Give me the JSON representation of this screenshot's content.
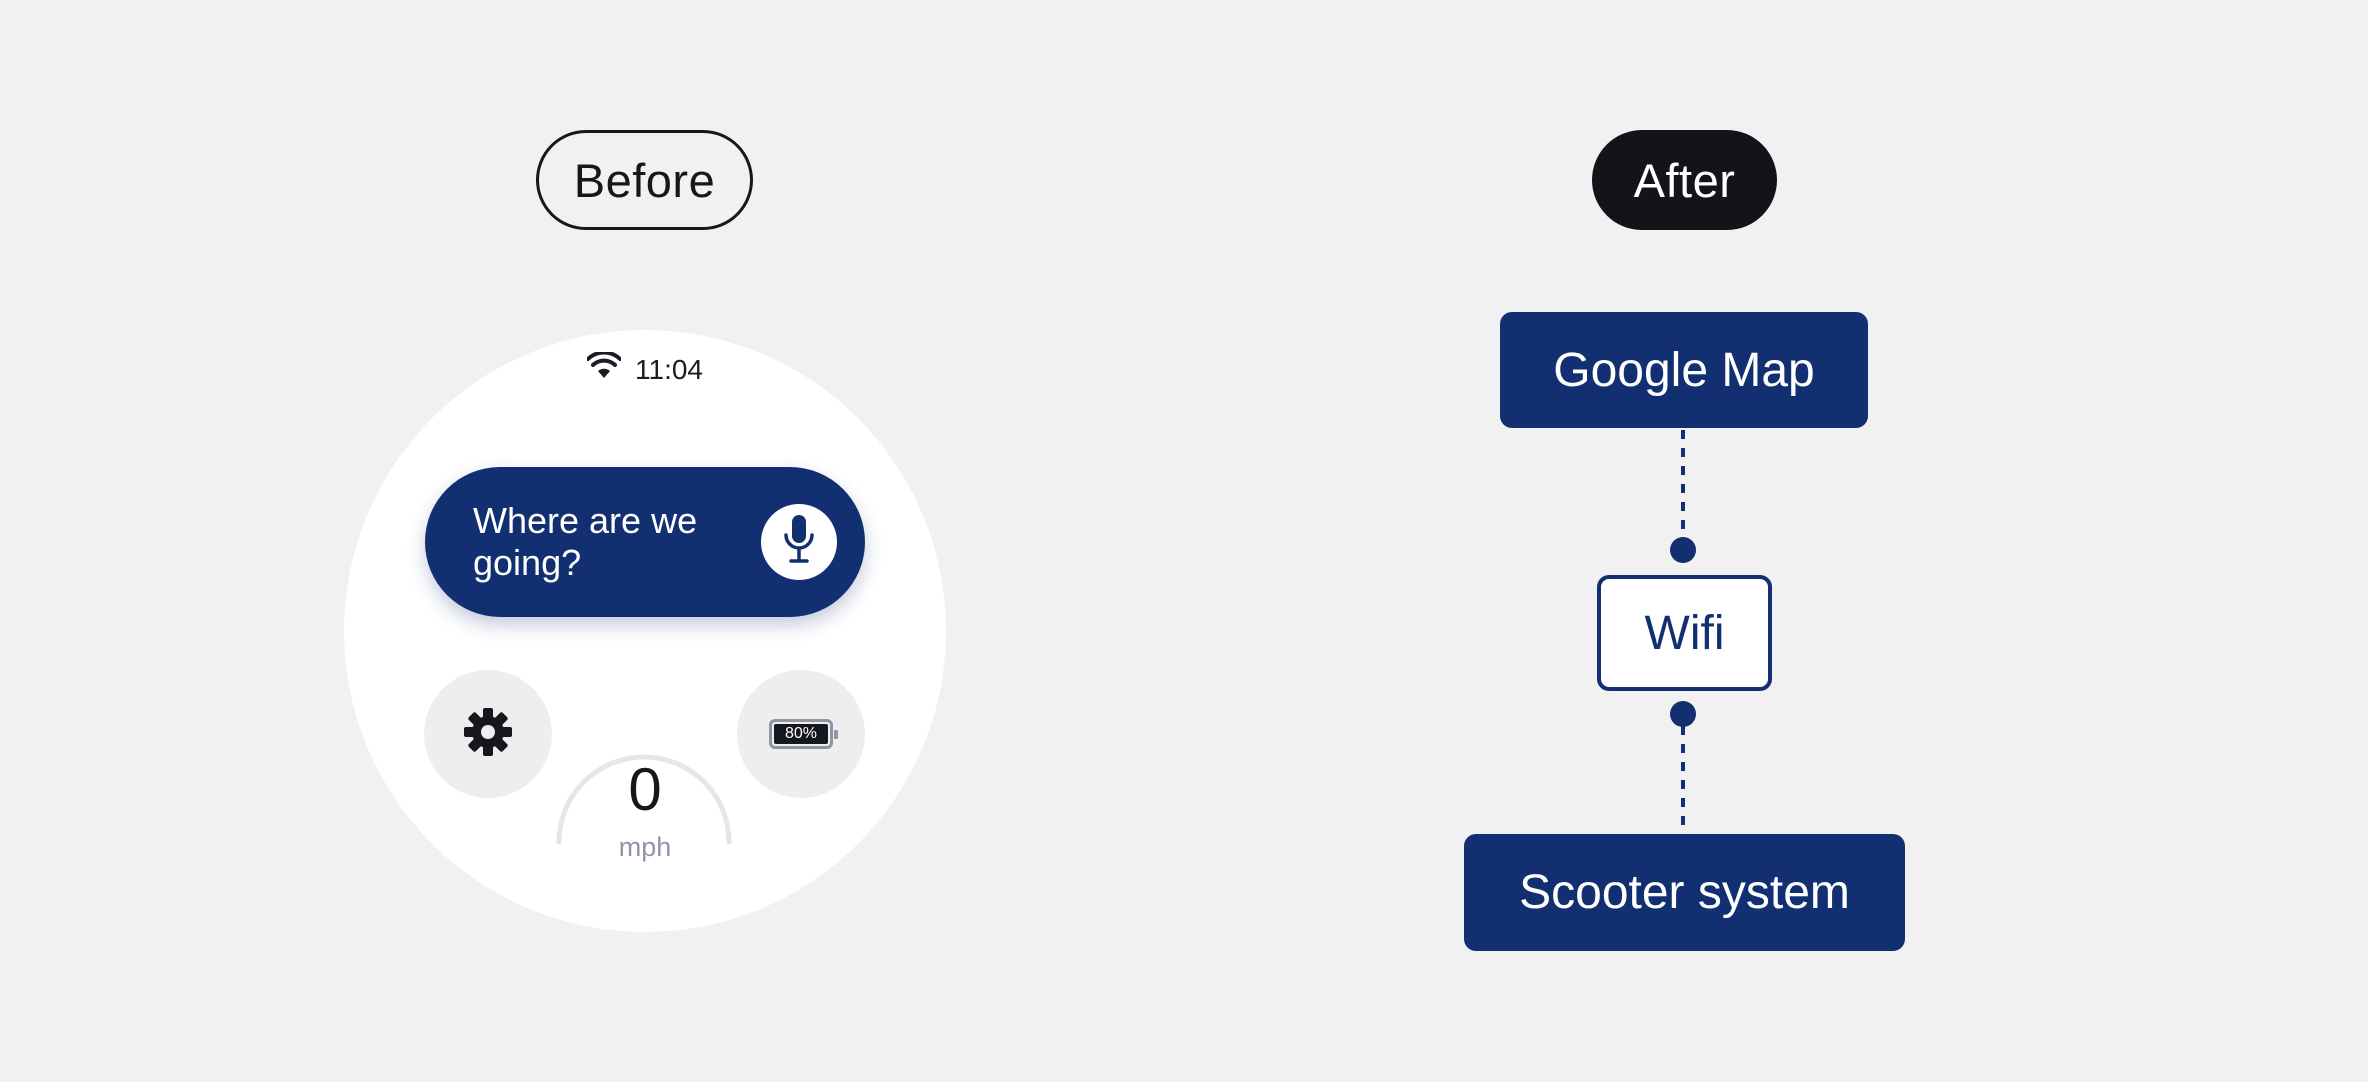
{
  "labels": {
    "before": "Before",
    "after": "After"
  },
  "watch": {
    "status_time": "11:04",
    "search_prompt": "Where are we going?",
    "battery_percent": "80%",
    "speed_value": "0",
    "speed_unit": "mph",
    "icons": [
      "wifi-icon",
      "microphone-icon",
      "gear-icon",
      "battery-icon"
    ]
  },
  "diagram": {
    "nodes": [
      {
        "id": "google-map",
        "label": "Google Map"
      },
      {
        "id": "wifi",
        "label": "Wifi"
      },
      {
        "id": "scooter-system",
        "label": "Scooter system"
      }
    ],
    "edges": [
      {
        "from": "google-map",
        "to": "wifi",
        "style": "dotted"
      },
      {
        "from": "wifi",
        "to": "scooter-system",
        "style": "dotted"
      }
    ]
  },
  "colors": {
    "background": "#f1f1f2",
    "navy": "#123071",
    "dark": "#121419",
    "muted": "#8e95a7"
  }
}
